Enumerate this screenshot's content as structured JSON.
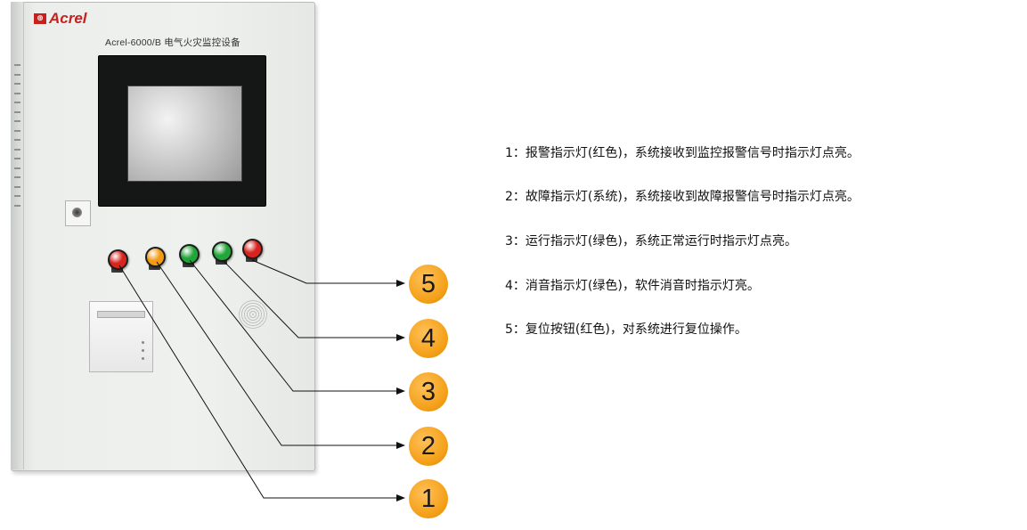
{
  "device": {
    "brand": "Acrel",
    "model_label": "Acrel-6000/B 电气火灾监控设备"
  },
  "callouts": [
    {
      "number": "5",
      "color": "#f5a21c"
    },
    {
      "number": "4",
      "color": "#f5a21c"
    },
    {
      "number": "3",
      "color": "#f5a21c"
    },
    {
      "number": "2",
      "color": "#f5a21c"
    },
    {
      "number": "1",
      "color": "#f5a21c"
    }
  ],
  "indicator_colors": {
    "red": "#d9231e",
    "orange": "#f29a12",
    "green": "#22a63a"
  },
  "descriptions": [
    "1：报警指示灯(红色)，系统接收到监控报警信号时指示灯点亮。",
    "2：故障指示灯(系统)，系统接收到故障报警信号时指示灯点亮。",
    "3：运行指示灯(绿色)，系统正常运行时指示灯点亮。",
    "4：消音指示灯(绿色)，软件消音时指示灯亮。",
    "5：复位按钮(红色)，对系统进行复位操作。"
  ]
}
